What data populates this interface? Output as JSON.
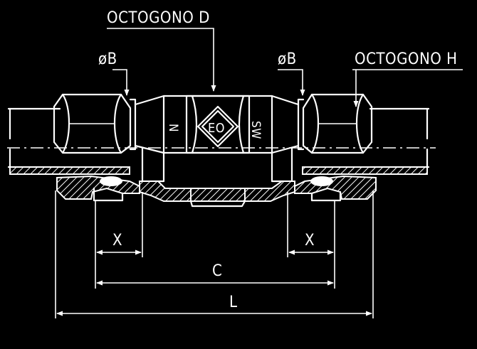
{
  "labels": {
    "octagon_d": "OCTOGONO D",
    "octagon_h": "OCTOGONO H",
    "diameter_left": "øB",
    "diameter_right": "øB",
    "body_center": "EO",
    "body_left": "N",
    "body_right": "SW"
  },
  "dimensions": {
    "x_left": "X",
    "x_right": "X",
    "c": "C",
    "l": "L"
  },
  "colors": {
    "background": "#000000",
    "line": "#ffffff"
  }
}
